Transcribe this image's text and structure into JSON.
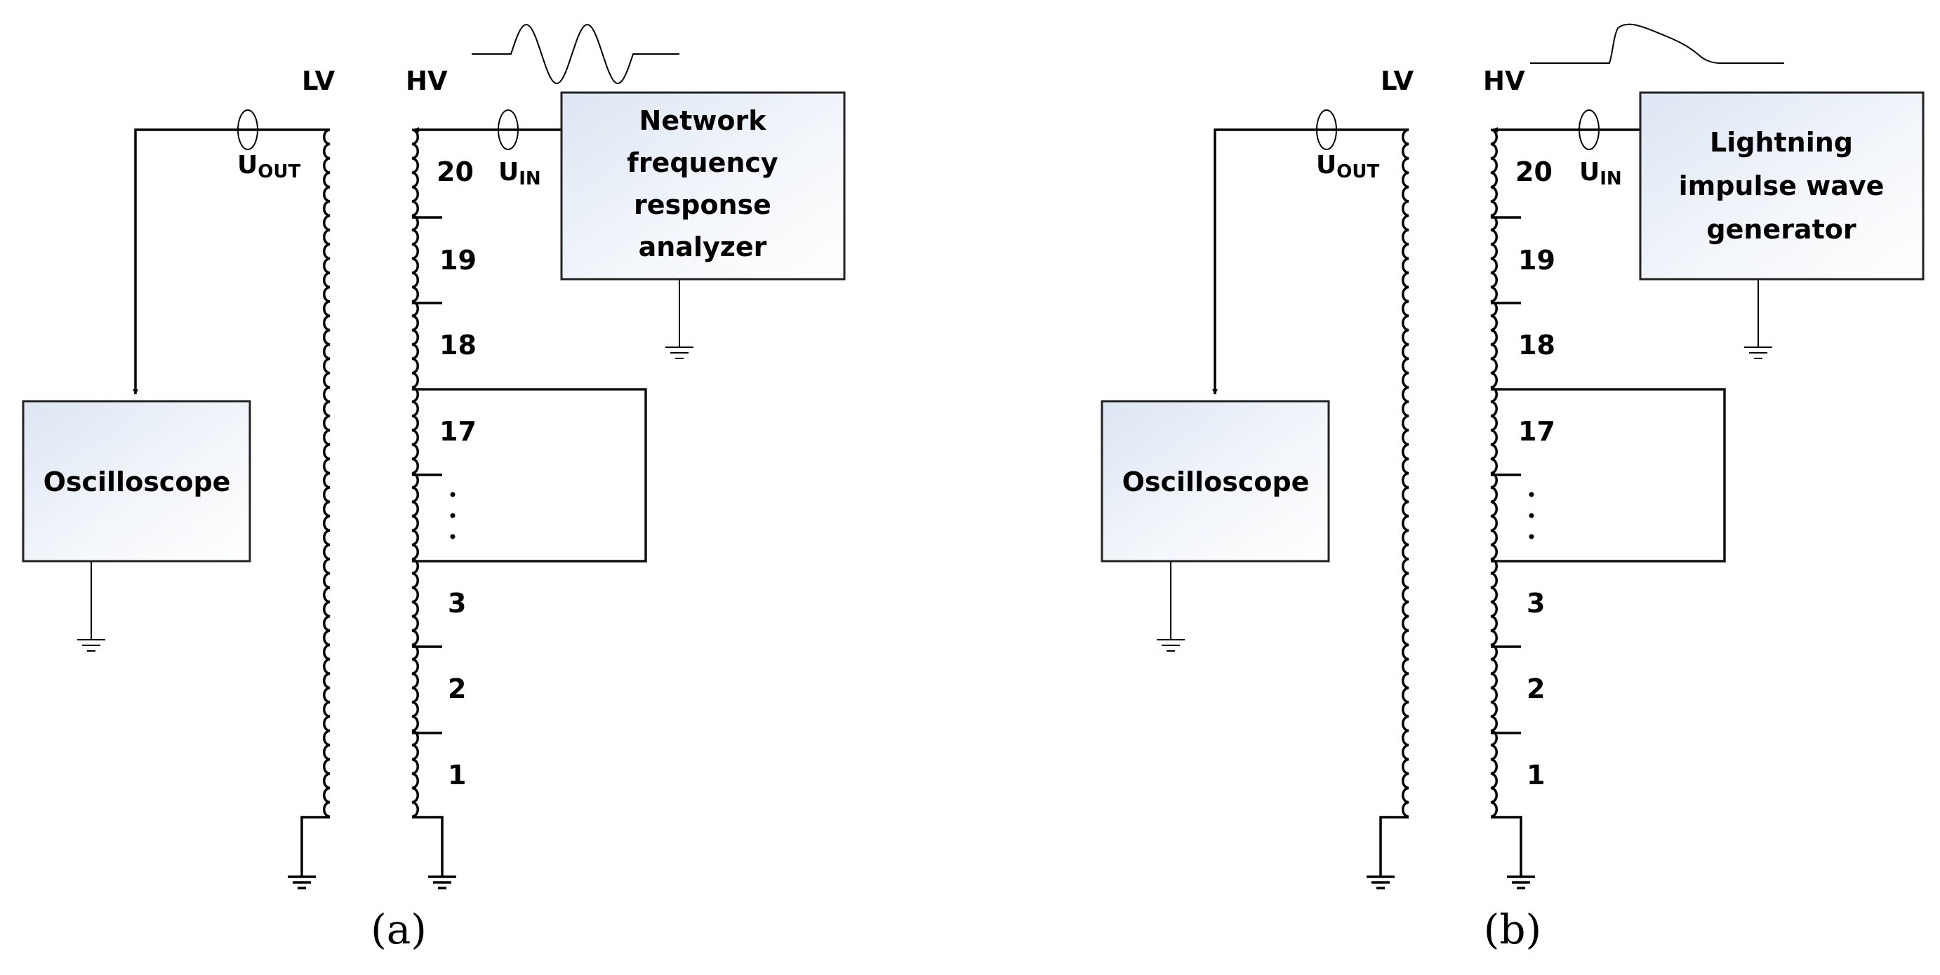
{
  "panels": [
    {
      "caption": "(a)",
      "lv_label": "LV",
      "hv_label": "HV",
      "u_out": {
        "main": "U",
        "sub": "OUT"
      },
      "u_in": {
        "main": "U",
        "sub": "IN"
      },
      "oscilloscope_label": "Oscilloscope",
      "source_lines": [
        "Network",
        "frequency",
        "response",
        "analyzer"
      ],
      "taps": [
        "20",
        "19",
        "18",
        "17",
        "3",
        "2",
        "1"
      ],
      "waveform": "sine"
    },
    {
      "caption": "(b)",
      "lv_label": "LV",
      "hv_label": "HV",
      "u_out": {
        "main": "U",
        "sub": "OUT"
      },
      "u_in": {
        "main": "U",
        "sub": "IN"
      },
      "oscilloscope_label": "Oscilloscope",
      "source_lines": [
        "Lightning",
        "impulse wave",
        "generator"
      ],
      "taps": [
        "20",
        "19",
        "18",
        "17",
        "3",
        "2",
        "1"
      ],
      "waveform": "impulse"
    }
  ]
}
